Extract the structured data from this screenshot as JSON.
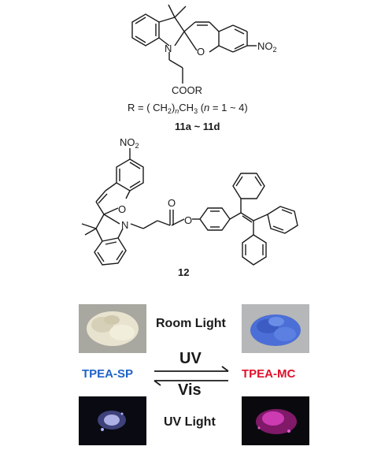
{
  "compound1": {
    "me1": "CH3",
    "me2": "CH3",
    "n_atom": "N",
    "o_atom": "O",
    "nitro": "NO2",
    "ester": "COOR",
    "r_prefix": "R = ( CH",
    "r_sub2": "2",
    "r_n": "n",
    "r_mid": "CH",
    "r_sub3": "3",
    "r_paren": "(",
    "r_n2": "n",
    "r_range": "= 1 ~ 4)",
    "label": "11a ~ 11d"
  },
  "compound2": {
    "nitro": "NO2",
    "n_atom": "N",
    "o_ring": "O",
    "o_ester": "O",
    "o_carbonyl": "O",
    "label": "12"
  },
  "photo_panel": {
    "room_light_label": "Room Light",
    "uv_light_label": "UV Light",
    "uv_arrow_label": "UV",
    "vis_arrow_label": "Vis",
    "left_tag": "TPEA-SP",
    "right_tag": "TPEA-MC",
    "left_tag_color": "#1e63c8",
    "right_tag_color": "#e0102a"
  }
}
